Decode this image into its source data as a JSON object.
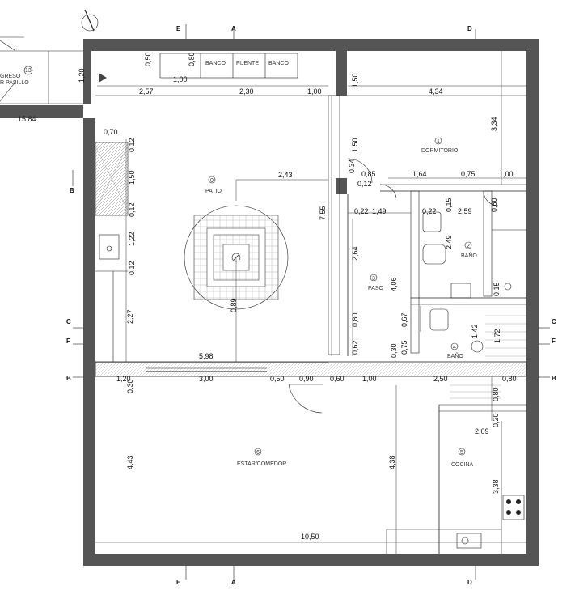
{
  "rooms": {
    "patio": {
      "num": "0",
      "name": "PATIO"
    },
    "dormitorio": {
      "num": "1",
      "name": "DORMITORIO"
    },
    "bano_main": {
      "num": "2",
      "name": "BAÑO"
    },
    "paso": {
      "num": "3",
      "name": "PASO"
    },
    "bano_small": {
      "num": "4",
      "name": "BAÑO"
    },
    "cocina": {
      "num": "5",
      "name": "COCINA"
    },
    "estar": {
      "num": "6",
      "name": "ESTAR/COMEDOR"
    },
    "ingreso": {
      "num": "13",
      "name": "GRESO",
      "name2": "R PASILLO"
    }
  },
  "furniture": {
    "banco_left": "BANCO",
    "fuente": "FUENTE",
    "banco_right": "BANCO"
  },
  "grid_labels": {
    "E": "E",
    "A": "A",
    "D": "D",
    "B": "B",
    "C": "C",
    "F": "F"
  },
  "dimensions": {
    "d_050_top": "0,50",
    "d_080_top": "0,80",
    "d_100_top": "1,00",
    "d_257": "2,57",
    "d_230": "2,30",
    "d_100_a": "1,00",
    "d_434": "4,34",
    "d_120_left": "1,20",
    "d_1584": "15,84",
    "d_150_a": "1,50",
    "d_334": "3,34",
    "d_070": "0,70",
    "d_012_a": "0,12",
    "d_150_b": "1,50",
    "d_012_b": "0,12",
    "d_122": "1,22",
    "d_012_c": "0,12",
    "d_227": "2,27",
    "d_150_c": "1,50",
    "d_243": "2,43",
    "d_034": "0,34",
    "d_085": "0,85",
    "d_164": "1,64",
    "d_075_a": "0,75",
    "d_100_b": "1,00",
    "d_012_d": "0,12",
    "d_755": "7,55",
    "d_022_a": "0,22",
    "d_149": "1,49",
    "d_022_b": "0,22",
    "d_015_a": "0,15",
    "d_259": "2,59",
    "d_060": "0,60",
    "d_249": "2,49",
    "d_264": "2,64",
    "d_406": "4,06",
    "d_015_b": "0,15",
    "d_089": "0,89",
    "d_067": "0,67",
    "d_080_a": "0,80",
    "d_062": "0,62",
    "d_030": "0,30",
    "d_075_b": "0,75",
    "d_142": "1,42",
    "d_172": "1,72",
    "d_598": "5,98",
    "d_120_b": "1,20",
    "d_300": "3,00",
    "d_050_b": "0,50",
    "d_090": "0,90",
    "d_060_b": "0,60",
    "d_100_c": "1,00",
    "d_250": "2,50",
    "d_080_b": "0,80",
    "d_030_b": "0,30",
    "d_080_c": "0,80",
    "d_020": "0,20",
    "d_209": "2,09",
    "d_443": "4,43",
    "d_438": "4,38",
    "d_338": "3,38",
    "d_1050": "10,50"
  }
}
